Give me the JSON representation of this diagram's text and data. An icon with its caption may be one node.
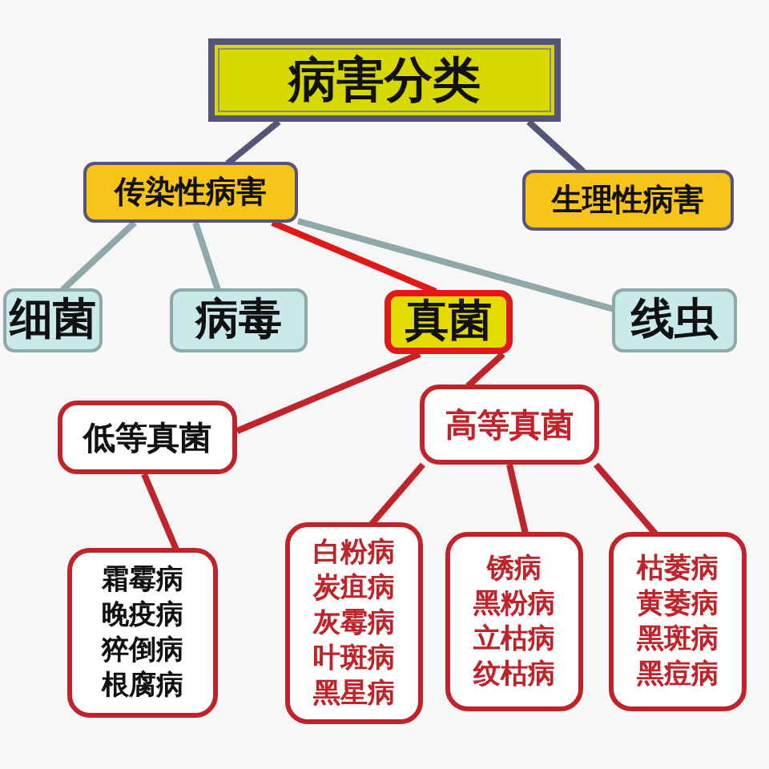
{
  "diagram": {
    "nodes": [
      {
        "text": [
          "病害分类"
        ]
      },
      {
        "text": [
          "传染性病害"
        ]
      },
      {
        "text": [
          "生理性病害"
        ]
      },
      {
        "text": [
          "细菌"
        ]
      },
      {
        "text": [
          "病毒"
        ]
      },
      {
        "text": [
          "真菌"
        ]
      },
      {
        "text": [
          "线虫"
        ]
      },
      {
        "text": [
          "低等真菌"
        ]
      },
      {
        "text": [
          "高等真菌"
        ]
      },
      {
        "text": [
          "霜霉病",
          "晚疫病",
          "猝倒病",
          "根腐病"
        ]
      },
      {
        "text": [
          "白粉病",
          "炭疽病",
          "灰霉病",
          "叶斑病",
          "黑星病"
        ]
      },
      {
        "text": [
          "锈病",
          "黑粉病",
          "立枯病",
          "纹枯病"
        ]
      },
      {
        "text": [
          "枯萎病",
          "黄萎病",
          "黑斑病",
          "黑痘病"
        ]
      }
    ],
    "edges": [
      {
        "from": 1,
        "to": 0,
        "arrow": "none",
        "color": "#55557a"
      },
      {
        "from": 2,
        "to": 0,
        "arrow": "none",
        "color": "#55557a"
      },
      {
        "from": 3,
        "to": 1,
        "arrow": "none",
        "color": "#8fa8aa"
      },
      {
        "from": 4,
        "to": 1,
        "arrow": "none",
        "color": "#8fa8aa"
      },
      {
        "from": 5,
        "to": 1,
        "arrow": "none",
        "color": "#e01818"
      },
      {
        "from": 6,
        "to": 1,
        "arrow": "none",
        "color": "#8fa8aa"
      },
      {
        "from": 7,
        "to": 5,
        "arrow": "none"
      },
      {
        "from": 8,
        "to": 5,
        "arrow": "none"
      },
      {
        "from": 9,
        "to": 7,
        "arrow": "none"
      },
      {
        "from": 10,
        "to": 8,
        "arrow": "none"
      },
      {
        "from": 11,
        "to": 8,
        "arrow": "none"
      },
      {
        "from": 12,
        "to": 8,
        "arrow": "none"
      }
    ]
  }
}
